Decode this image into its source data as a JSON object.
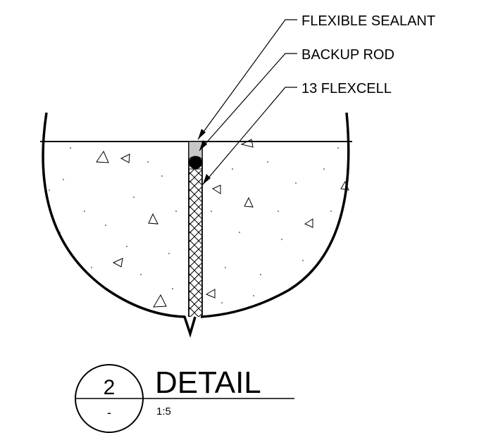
{
  "callouts": [
    {
      "label": "FLEXIBLE SEALANT"
    },
    {
      "label": "BACKUP ROD"
    },
    {
      "label": "13 FLEXCELL"
    }
  ],
  "detail": {
    "number": "2",
    "sheet": "-",
    "title": "DETAIL",
    "scale": "1:5"
  }
}
